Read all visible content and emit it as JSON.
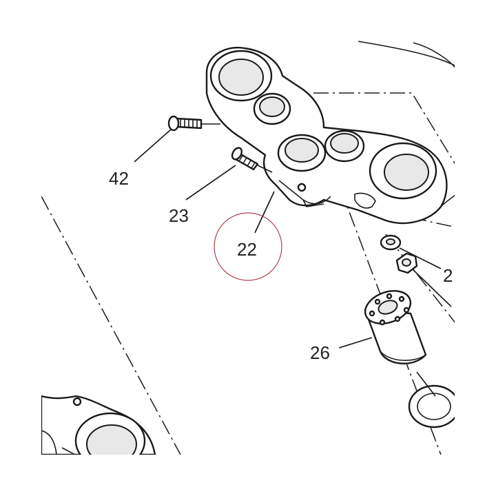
{
  "callouts": {
    "c42": "42",
    "c23": "23",
    "c22": "22",
    "c2x": "2",
    "c26": "26"
  },
  "colors": {
    "line": "#1a1a1a",
    "highlight_circle": "#b0404f",
    "background": "#ffffff"
  }
}
